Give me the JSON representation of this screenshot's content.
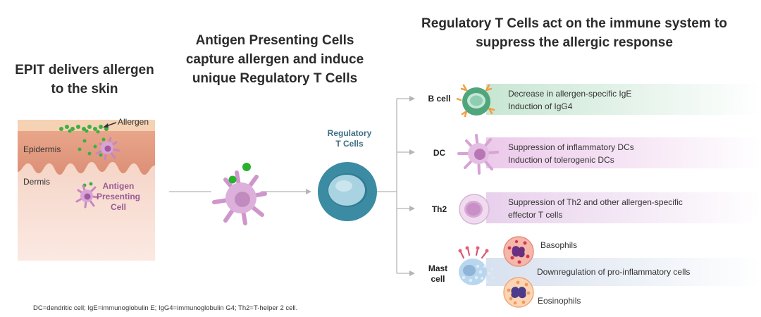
{
  "panel1": {
    "title_line1": "EPIT delivers allergen",
    "title_line2": "to the skin",
    "label_allergen": "Allergen",
    "label_epidermis": "Epidermis",
    "label_dermis": "Dermis",
    "label_apc_line1": "Antigen",
    "label_apc_line2": "Presenting",
    "label_apc_line3": "Cell"
  },
  "panel2": {
    "title_line1": "Antigen Presenting Cells",
    "title_line2": "capture allergen and induce",
    "title_line3": "unique Regulatory T Cells"
  },
  "treg": {
    "label_line1": "Regulatory",
    "label_line2": "T Cells"
  },
  "panel3": {
    "title_line1": "Regulatory T Cells act on the immune system to",
    "title_line2": "suppress the allergic response",
    "rows": [
      {
        "label": "B cell",
        "line1": "Decrease in allergen-specific IgE",
        "line2": "Induction of IgG4"
      },
      {
        "label": "DC",
        "line1": "Suppression of inflammatory DCs",
        "line2": "Induction of tolerogenic DCs"
      },
      {
        "label": "Th2",
        "line1": "Suppression of Th2 and other allergen-specific",
        "line2": "effector T cells"
      }
    ],
    "mast": {
      "label_line1": "Mast",
      "label_line2": "cell",
      "basophils": "Basophils",
      "effect": "Downregulation of pro-inflammatory cells",
      "eosinophils": "Eosinophils"
    }
  },
  "footnote": "DC=dendritic cell; IgE=immunoglobulin E; IgG4=immunoglobulin G4; Th2=T-helper 2 cell.",
  "colors": {
    "bcell_band": "#dcefe3",
    "dc_band": "#f0dcef",
    "th2_band": "#eedff0",
    "mast_band": "#e3e9f2",
    "treg_fill": "#3b8ba3",
    "arrow": "#b5b5b5"
  }
}
